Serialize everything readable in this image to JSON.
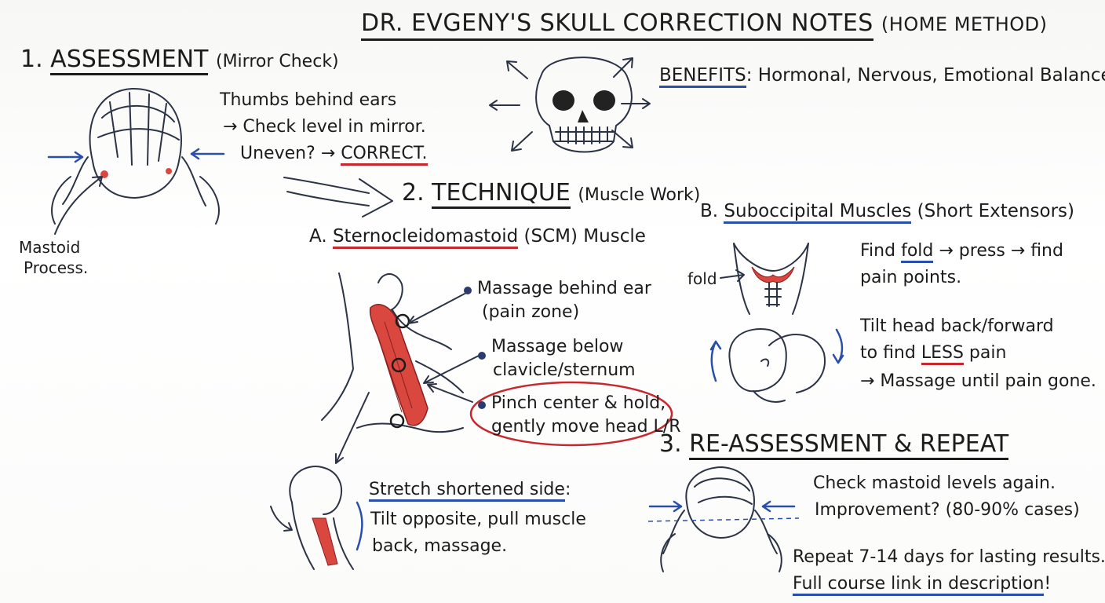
{
  "title": {
    "main": "DR. EVGENY'S SKULL CORRECTION NOTES",
    "sub": "(HOME METHOD)"
  },
  "benefits": {
    "label": "BENEFITS",
    "text": ": Hormonal, Nervous, Emotional Balance."
  },
  "assessment": {
    "number": "1.",
    "heading": "ASSESSMENT",
    "paren": "(Mirror Check)",
    "line1": "Thumbs behind ears",
    "line2": "→ Check level in mirror.",
    "line3_prefix": "Uneven? → ",
    "line3_emph": "CORRECT.",
    "mastoid_line1": "Mastoid",
    "mastoid_line2": "Process."
  },
  "technique": {
    "number": "2.",
    "heading": "TECHNIQUE",
    "paren": "(Muscle Work)"
  },
  "scm": {
    "letter": "A.",
    "heading": "Sternocleidomastoid",
    "suffix": "(SCM) Muscle",
    "point1_line1": "Massage behind ear",
    "point1_line2": "(pain zone)",
    "point2_line1": "Massage below",
    "point2_line2": "clavicle/sternum",
    "point3_line1": "Pinch center & hold,",
    "point3_line2": "gently move head L/R",
    "stretch_heading": "Stretch shortened side",
    "stretch_colon": ":",
    "stretch_line1": "Tilt opposite, pull muscle",
    "stretch_line2": "back, massage."
  },
  "suboccipital": {
    "letter": "B.",
    "heading": "Suboccipital Muscles",
    "paren": "(Short Extensors)",
    "fold_label": "fold",
    "line1_prefix": "Find ",
    "line1_emph": "fold",
    "line1_suffix": " → press → find",
    "line2": "pain points.",
    "line3": "Tilt head back/forward",
    "line4_prefix": "to find ",
    "line4_emph": "LESS",
    "line4_suffix": " pain",
    "line5": "→ Massage until pain gone."
  },
  "reassessment": {
    "number": "3.",
    "heading": "RE-ASSESSMENT & REPEAT",
    "line1": "Check mastoid levels again.",
    "line2": "Improvement? (80-90% cases)",
    "line3": "Repeat 7-14 days for lasting results.",
    "line4_emph": "Full course link in description",
    "line4_suffix": "!"
  },
  "colors": {
    "ink": "#1c1c1c",
    "blue_accent": "#2a4fa8",
    "red_accent": "#c6282e",
    "muscle_red": "#d9473f"
  },
  "icons": [
    "skull-icon",
    "head-back-icon",
    "neck-muscle-icon",
    "suboccipital-icon",
    "head-tilt-icon",
    "neck-stretch-icon",
    "arrow-icon"
  ]
}
